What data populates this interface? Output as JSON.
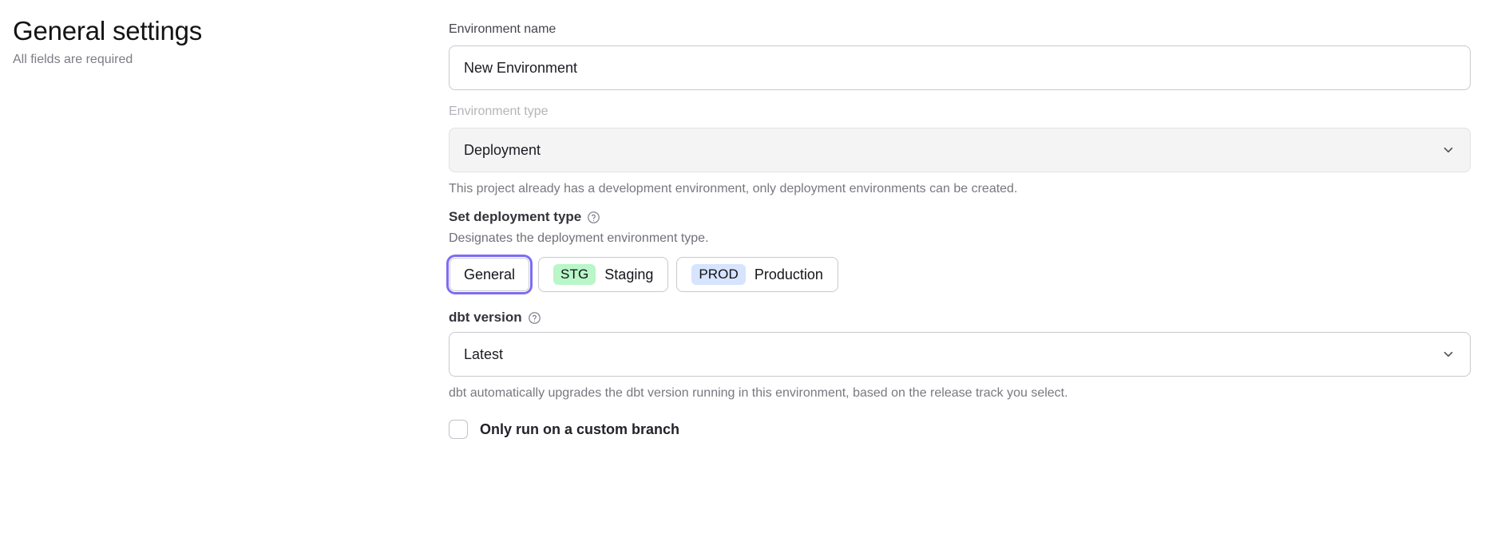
{
  "header": {
    "title": "General settings",
    "subtitle": "All fields are required"
  },
  "form": {
    "environment_name": {
      "label": "Environment name",
      "value": "New Environment",
      "placeholder": "Environment name"
    },
    "environment_type": {
      "label": "Environment type",
      "value": "Deployment",
      "disabled_hint": "This project already has a development environment, only deployment environments can be created.",
      "icon": "chevron-down-icon"
    },
    "deployment_type": {
      "label": "Set deployment type",
      "help_icon": "question-circle-icon",
      "description": "Designates the deployment environment type.",
      "options": [
        {
          "label": "General",
          "badge": "",
          "badge_color": "",
          "selected": true
        },
        {
          "label": "Staging",
          "badge": "STG",
          "badge_color": "#b9f6c8",
          "selected": false
        },
        {
          "label": "Production",
          "badge": "PROD",
          "badge_color": "#d6e4fd",
          "selected": false
        }
      ]
    },
    "dbt_version": {
      "label": "dbt version",
      "help_icon": "question-circle-icon",
      "value": "Latest",
      "hint": "dbt automatically upgrades the dbt version running in this environment, based on the release track you select.",
      "icon": "chevron-down-icon"
    },
    "custom_branch": {
      "label": "Only run on a custom branch",
      "checked": false
    }
  },
  "colors": {
    "focus_ring": "#7c6df2",
    "staging_badge": "#b9f6c8",
    "production_badge": "#d6e4fd",
    "border": "#c9c9cf",
    "disabled_bg": "#f4f4f5"
  }
}
